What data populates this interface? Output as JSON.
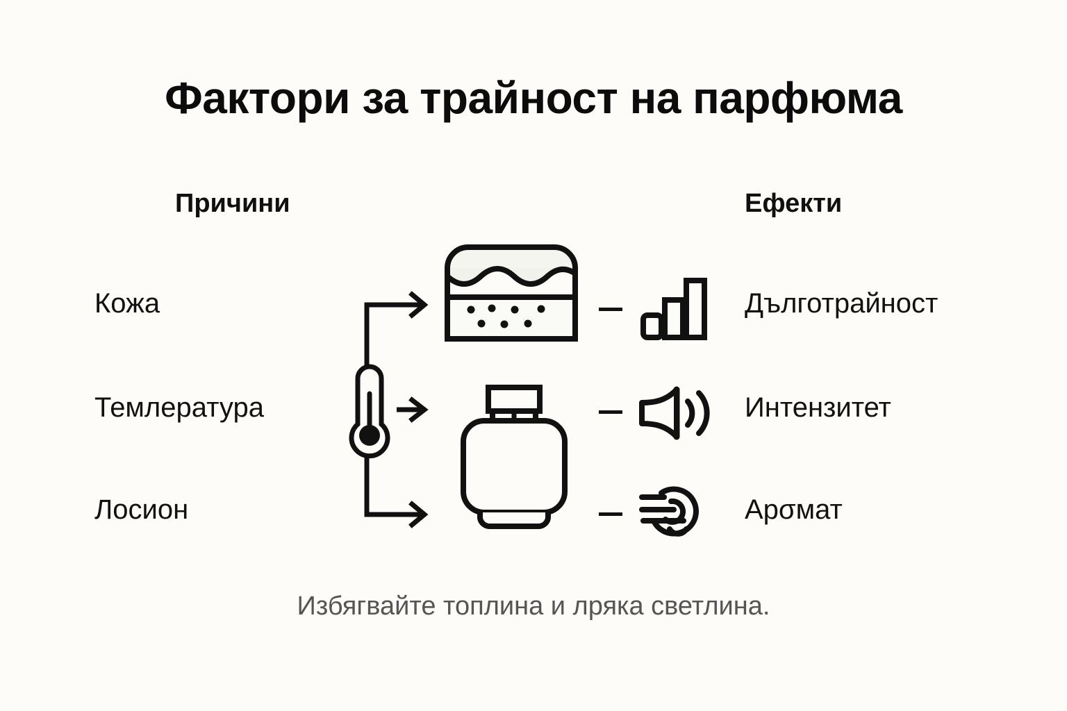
{
  "page": {
    "title": "Фактори за трайност на парфюма",
    "background_color": "#fdfcf8",
    "ink_color": "#111111",
    "caption_color": "#555555"
  },
  "columns": {
    "causes_heading": "Причини",
    "effects_heading": "Ефекти"
  },
  "causes": [
    {
      "label": "Кожа"
    },
    {
      "label": "Темлература"
    },
    {
      "label": "Лосион"
    }
  ],
  "effects": [
    {
      "label": "Дълготрайност"
    },
    {
      "label": "Интензитет"
    },
    {
      "label": "Арσмат"
    }
  ],
  "icons": {
    "skin": "skin-layers-icon",
    "thermometer": "thermometer-icon",
    "bottle": "perfume-bottle-icon",
    "bars": "bar-chart-icon",
    "speaker": "speaker-volume-icon",
    "aroma": "aroma-swirl-icon",
    "arrow_top": "arrow-elbow-up-right-icon",
    "arrow_middle": "arrow-right-icon",
    "arrow_bottom": "arrow-elbow-down-right-icon"
  },
  "caption": "Избягвайте топлина и лряка светлина."
}
